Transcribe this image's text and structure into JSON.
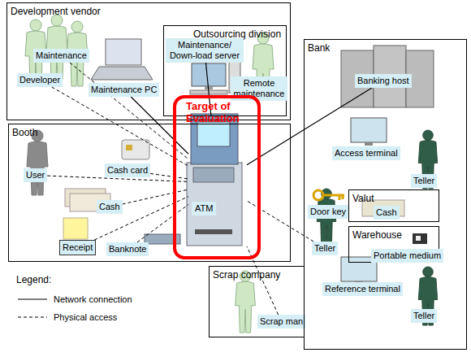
{
  "diagram": {
    "nodes": [
      {
        "text": [
          "Development vendor"
        ]
      },
      {
        "text": [
          "Developer"
        ],
        "in": 0
      },
      {
        "text": [
          "Maintenance"
        ],
        "in": 0
      },
      {
        "text": [
          "Maintenance PC"
        ],
        "in": 0
      },
      {
        "text": [
          "Outsourcing division"
        ],
        "in": 0
      },
      {
        "text": [
          "Maintenance/ Down-load server"
        ],
        "in": 4
      },
      {
        "text": [
          "Remote maintenance"
        ],
        "in": 4
      },
      {
        "text": [
          "Target of Evaluation"
        ]
      },
      {
        "text": [
          "Booth"
        ]
      },
      {
        "text": [
          "User"
        ],
        "in": 8
      },
      {
        "text": [
          "Cash card"
        ],
        "in": 8
      },
      {
        "text": [
          "Cash"
        ],
        "in": 8
      },
      {
        "text": [
          "Receipt"
        ],
        "in": 8
      },
      {
        "text": [
          "Banknote"
        ],
        "in": 8
      },
      {
        "text": [
          "ATM"
        ],
        "in": 7
      },
      {
        "text": [
          "Scrap company"
        ]
      },
      {
        "text": [
          "Scrap man"
        ],
        "in": 15
      },
      {
        "text": [
          "Bank"
        ]
      },
      {
        "text": [
          "Banking host"
        ],
        "in": 17
      },
      {
        "text": [
          "Access terminal"
        ],
        "in": 17
      },
      {
        "text": [
          "Teller"
        ],
        "in": 17
      },
      {
        "text": [
          "Door key"
        ],
        "in": 17
      },
      {
        "text": [
          "Valut"
        ],
        "in": 17
      },
      {
        "text": [
          "Cash"
        ],
        "in": 22
      },
      {
        "text": [
          "Teller"
        ],
        "in": 17
      },
      {
        "text": [
          "Warehouse"
        ],
        "in": 17
      },
      {
        "text": [
          "Portable medium"
        ],
        "in": 25
      },
      {
        "text": [
          "Reference terminal"
        ],
        "in": 17
      },
      {
        "text": [
          "Teller"
        ],
        "in": 17
      }
    ],
    "edges": [
      {
        "from": 1,
        "to": 14,
        "arrow": "none"
      },
      {
        "from": 2,
        "to": 14,
        "arrow": "none"
      },
      {
        "from": 3,
        "to": 14,
        "arrow": "none"
      },
      {
        "from": 5,
        "to": 14,
        "arrow": "none"
      },
      {
        "from": 9,
        "to": 14,
        "arrow": "none"
      },
      {
        "from": 10,
        "to": 14,
        "arrow": "none"
      },
      {
        "from": 11,
        "to": 14,
        "arrow": "none"
      },
      {
        "from": 12,
        "to": 14,
        "arrow": "none"
      },
      {
        "from": 13,
        "to": 14,
        "arrow": "none"
      },
      {
        "from": 16,
        "to": 14,
        "arrow": "none"
      },
      {
        "from": 18,
        "to": 14,
        "arrow": "none"
      },
      {
        "from": 24,
        "to": 14,
        "arrow": "none"
      }
    ],
    "labels": [
      "Legend:"
    ],
    "legend": [
      {
        "text": "Network connection"
      },
      {
        "text": "Physical access"
      }
    ]
  }
}
